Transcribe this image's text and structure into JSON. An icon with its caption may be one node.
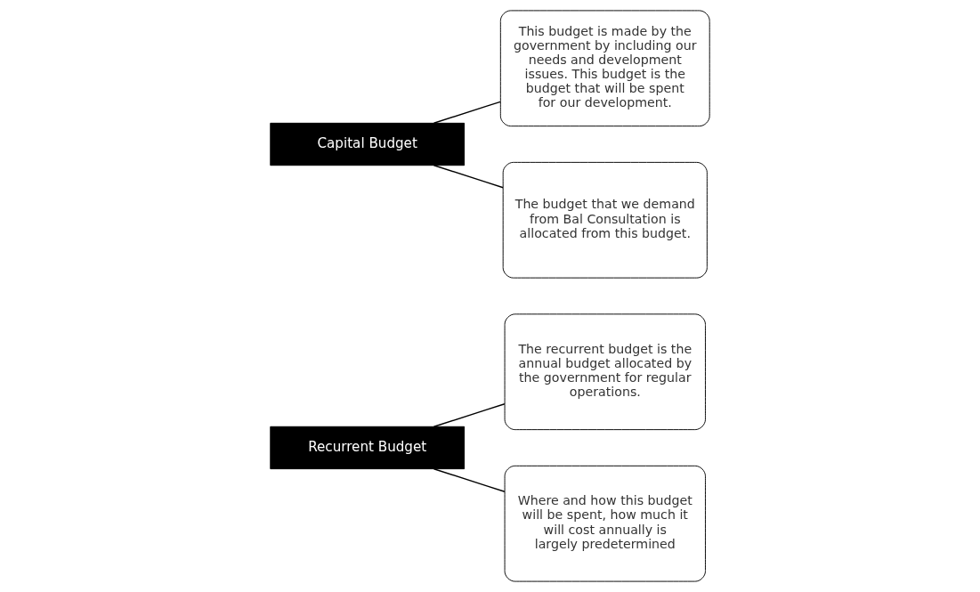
{
  "diagram": {
    "nodes": [
      {
        "text": [
          "Recurrent Budget"
        ]
      },
      {
        "text": [
          "The recurrent budget is the annual budget allocated by the government for regular operations."
        ]
      },
      {
        "text": [
          "Where and how this budget will be spent, how much it will cost annually is largely predetermined"
        ]
      },
      {
        "text": [
          "Capital Budget"
        ]
      },
      {
        "text": [
          "This budget is made by the government by including our needs and development issues. This budget is the budget that will be spent for our development."
        ]
      },
      {
        "text": [
          "The budget that we demand from Bal Consultation is allocated from this budget."
        ]
      }
    ],
    "edges": [
      {
        "from": 0,
        "to": 1,
        "arrow": "none"
      },
      {
        "from": 0,
        "to": 2,
        "arrow": "none"
      },
      {
        "from": 3,
        "to": 4,
        "arrow": "none"
      },
      {
        "from": 3,
        "to": 5,
        "arrow": "none"
      }
    ]
  }
}
